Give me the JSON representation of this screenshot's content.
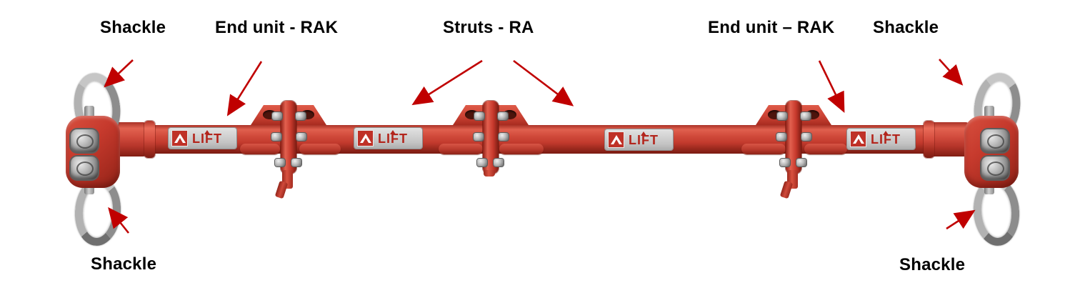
{
  "diagram": {
    "labels": {
      "shackle_top_left": "Shackle",
      "end_unit_left": "End unit - RAK",
      "struts": "Struts - RA",
      "end_unit_right": "End unit – RAK",
      "shackle_top_right": "Shackle",
      "shackle_bottom_left": "Shackle",
      "shackle_bottom_right": "Shackle"
    },
    "logo": {
      "text": "LIFT",
      "mark": "triangle-in-square"
    },
    "colors": {
      "beam_red": "#c23a2d",
      "beam_highlight": "#e0604e",
      "beam_shadow": "#7a1b12",
      "arrow_red": "#c00000",
      "label_text": "#000000",
      "logo_plate_grey": "#c9c9c9",
      "logo_red": "#b3251c",
      "metal_grey": "#a3a3a3"
    }
  }
}
